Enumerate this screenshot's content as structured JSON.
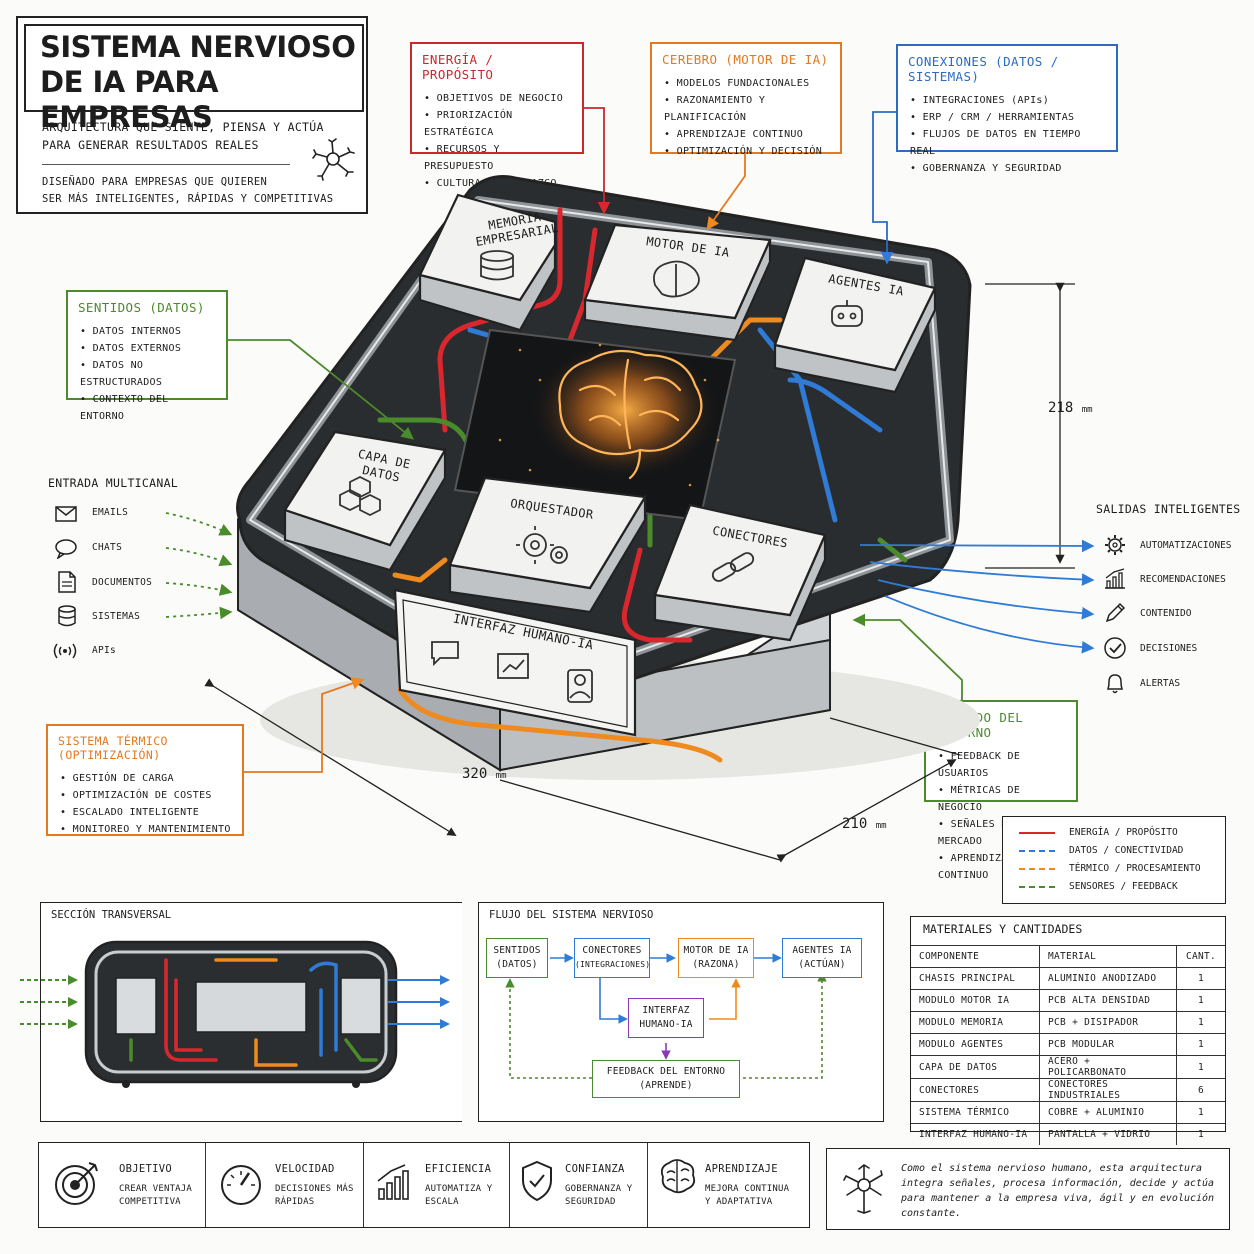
{
  "header": {
    "title_line1": "SISTEMA NERVIOSO",
    "title_line2": "DE IA PARA EMPRESAS",
    "subtitle_line1": "ARQUITECTURA QUE SIENTE, PIENSA Y ACTÚA",
    "subtitle_line2": "PARA GENERAR RESULTADOS REALES",
    "note_line1": "DISEÑADO PARA EMPRESAS QUE QUIEREN",
    "note_line2": "SER MÁS INTELIGENTES, RÁPIDAS Y COMPETITIVAS"
  },
  "callouts": {
    "energia": {
      "title": "ENERGÍA / PROPÓSITO",
      "items": [
        "OBJETIVOS DE NEGOCIO",
        "PRIORIZACIÓN ESTRATÉGICA",
        "RECURSOS Y PRESUPUESTO",
        "CULTURA Y LIDERAZGO"
      ]
    },
    "cerebro": {
      "title": "CEREBRO (MOTOR DE IA)",
      "items": [
        "MODELOS FUNDACIONALES",
        "RAZONAMIENTO Y PLANIFICACIÓN",
        "APRENDIZAJE CONTINUO",
        "OPTIMIZACIÓN Y DECISIÓN"
      ]
    },
    "conexiones": {
      "title": "CONEXIONES (DATOS / SISTEMAS)",
      "items": [
        "INTEGRACIONES (APIs)",
        "ERP / CRM / HERRAMIENTAS",
        "FLUJOS DE DATOS EN TIEMPO REAL",
        "GOBERNANZA Y SEGURIDAD"
      ]
    },
    "sentidos": {
      "title": "SENTIDOS (DATOS)",
      "items": [
        "DATOS INTERNOS",
        "DATOS EXTERNOS",
        "DATOS NO ESTRUCTURADOS",
        "CONTEXTO DEL ENTORNO"
      ]
    },
    "termico": {
      "title": "SISTEMA TÉRMICO (OPTIMIZACIÓN)",
      "items": [
        "GESTIÓN DE CARGA",
        "OPTIMIZACIÓN DE COSTES",
        "ESCALADO INTELIGENTE",
        "MONITOREO Y MANTENIMIENTO"
      ]
    },
    "entorno": {
      "title": "SENTIDO DEL ENTORNO",
      "items": [
        "FEEDBACK DE USUARIOS",
        "MÉTRICAS DE NEGOCIO",
        "SEÑALES DEL MERCADO",
        "APRENDIZAJE CONTINUO"
      ]
    }
  },
  "entrada": {
    "title": "ENTRADA MULTICANAL",
    "items": [
      {
        "label": "EMAILS",
        "icon": "mail-icon"
      },
      {
        "label": "CHATS",
        "icon": "chat-icon"
      },
      {
        "label": "DOCUMENTOS",
        "icon": "document-icon"
      },
      {
        "label": "SISTEMAS",
        "icon": "database-icon"
      },
      {
        "label": "APIs",
        "icon": "signal-icon"
      }
    ]
  },
  "salidas": {
    "title": "SALIDAS INTELIGENTES",
    "items": [
      {
        "label": "AUTOMATIZACIONES",
        "icon": "gear-icon"
      },
      {
        "label": "RECOMENDACIONES",
        "icon": "chart-icon"
      },
      {
        "label": "CONTENIDO",
        "icon": "pencil-icon"
      },
      {
        "label": "DECISIONES",
        "icon": "check-icon"
      },
      {
        "label": "ALERTAS",
        "icon": "bell-icon"
      }
    ]
  },
  "modules": {
    "memoria_l1": "MEMORIA",
    "memoria_l2": "EMPRESARIAL",
    "motor": "MOTOR DE IA",
    "agentes": "AGENTES IA",
    "capa_l1": "CAPA DE",
    "capa_l2": "DATOS",
    "orquestador": "ORQUESTADOR",
    "conectores": "CONECTORES",
    "interfaz": "INTERFAZ HUMANO-IA"
  },
  "dimensions": {
    "height_value": "218",
    "width_value": "320",
    "depth_value": "210",
    "unit": "mm"
  },
  "legend": {
    "items": [
      {
        "label": "ENERGÍA / PROPÓSITO",
        "color": "#d9272e"
      },
      {
        "label": "DATOS / CONECTIVIDAD",
        "color": "#2f7bd6"
      },
      {
        "label": "TÉRMICO / PROCESAMIENTO",
        "color": "#ef8a1f"
      },
      {
        "label": "SENSORES / FEEDBACK",
        "color": "#4a8b2c"
      }
    ]
  },
  "seccion": {
    "title": "SECCIÓN TRANSVERSAL"
  },
  "flujo": {
    "title": "FLUJO DEL SISTEMA NERVIOSO",
    "nodes": {
      "sentidos": [
        "SENTIDOS",
        "(DATOS)"
      ],
      "conectores": [
        "CONECTORES",
        "(INTEGRACIONES)"
      ],
      "motor": [
        "MOTOR DE IA",
        "(RAZONA)"
      ],
      "agentes": [
        "AGENTES IA",
        "(ACTÚAN)"
      ],
      "interfaz": [
        "INTERFAZ",
        "HUMANO-IA"
      ],
      "feedback": [
        "FEEDBACK DEL ENTORNO",
        "(APRENDE)"
      ]
    }
  },
  "materiales": {
    "title": "MATERIALES Y CANTIDADES",
    "headers": [
      "COMPONENTE",
      "MATERIAL",
      "CANT."
    ],
    "rows": [
      [
        "CHASIS PRINCIPAL",
        "ALUMINIO ANODIZADO",
        "1"
      ],
      [
        "MODULO MOTOR IA",
        "PCB ALTA DENSIDAD",
        "1"
      ],
      [
        "MODULO MEMORIA",
        "PCB + DISIPADOR",
        "1"
      ],
      [
        "MODULO AGENTES",
        "PCB MODULAR",
        "1"
      ],
      [
        "CAPA DE DATOS",
        "ACERO + POLICARBONATO",
        "1"
      ],
      [
        "CONECTORES",
        "CONECTORES INDUSTRIALES",
        "6"
      ],
      [
        "SISTEMA TÉRMICO",
        "COBRE + ALUMINIO",
        "1"
      ],
      [
        "INTERFAZ HUMANO-IA",
        "PANTALLA + VIDRIO",
        "1"
      ]
    ]
  },
  "kpis": [
    {
      "title": "OBJETIVO",
      "l1": "CREAR VENTAJA",
      "l2": "COMPETITIVA",
      "icon": "target-icon"
    },
    {
      "title": "VELOCIDAD",
      "l1": "DECISIONES MÁS",
      "l2": "RÁPIDAS",
      "icon": "speedometer-icon"
    },
    {
      "title": "EFICIENCIA",
      "l1": "AUTOMATIZA Y",
      "l2": "ESCALA",
      "icon": "growth-chart-icon"
    },
    {
      "title": "CONFIANZA",
      "l1": "GOBERNANZA Y",
      "l2": "SEGURIDAD",
      "icon": "shield-check-icon"
    },
    {
      "title": "APRENDIZAJE",
      "l1": "MEJORA CONTINUA",
      "l2": "Y ADAPTATIVA",
      "icon": "brain-icon"
    }
  ],
  "quote": {
    "l1": "Como el sistema nervioso humano, esta arquitectura",
    "l2": "integra señales, procesa información, decide y actúa",
    "l3": "para mantener a la empresa viva, ágil y en evolución",
    "l4": "constante."
  }
}
